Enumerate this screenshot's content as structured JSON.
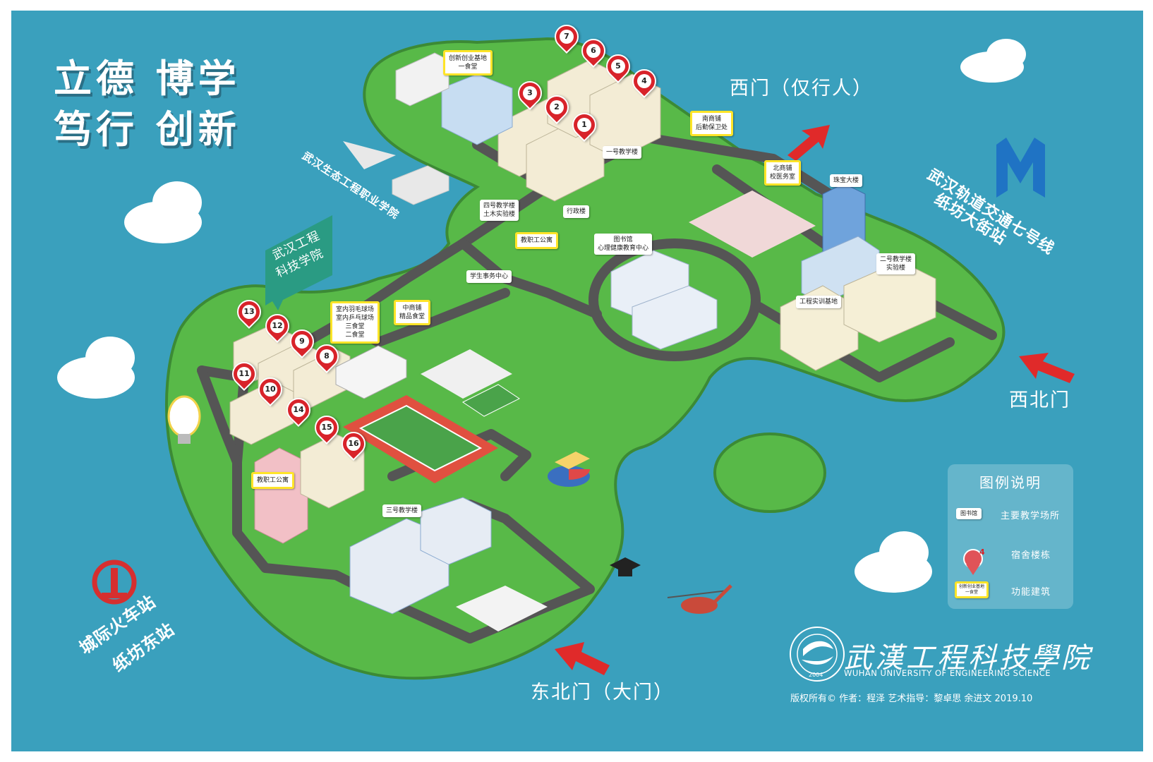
{
  "motto": {
    "line1": "立德  博学",
    "line2": "笃行  创新"
  },
  "gates": {
    "west": "西门（仅行人）",
    "northwest": "西北门",
    "northeast_main": "东北门（大门）"
  },
  "rotated_labels": {
    "neighbor_college": "武汉生态工程职业学院",
    "metro_line1": "武汉轨道交通七号线",
    "metro_line2": "纸坊大街站",
    "rail_line1": "城际火车站",
    "rail_line2": "纸坊东站",
    "campus_sign_line1": "武汉工程",
    "campus_sign_line2": "科技学院"
  },
  "buildings": {
    "innovation": "创新创业基地\n一食堂",
    "south_shop": "南商铺\n后勤保卫处",
    "teach1": "一号教学楼",
    "north_shop": "北商铺\n校医务室",
    "jewelry": "珠宝大楼",
    "teach4": "四号教学楼\n土木实验楼",
    "admin": "行政楼",
    "staff_apt_n": "教职工公寓",
    "library": "图书馆\n心理健康教育中心",
    "student_affairs": "学生事务中心",
    "teach2": "二号教学楼\n实验楼",
    "training": "工程实训基地",
    "indoor": "室内羽毛球场\n室内乒乓球场\n三食堂\n二食堂",
    "mid_shop": "中商铺\n精品食堂",
    "staff_apt_s": "教职工公寓",
    "teach3": "三号教学楼"
  },
  "dorm_pins": [
    "1",
    "2",
    "3",
    "4",
    "5",
    "6",
    "7",
    "8",
    "9",
    "10",
    "11",
    "12",
    "13",
    "14",
    "15",
    "16"
  ],
  "legend": {
    "title": "图例说明",
    "sample_main": "图书馆",
    "main_teaching": "主要教学场所",
    "sample_pin": "4",
    "dorm": "宿舍楼栋",
    "sample_func": "创新创业基地\n一食堂",
    "functional": "功能建筑"
  },
  "school": {
    "name_cn": "武漢工程科技學院",
    "name_en": "WUHAN UNIVERSITY OF ENGINEERING SCIENCE",
    "seal_year": "2004"
  },
  "credits": "版权所有©  作者：程泽    艺术指导：黎卓思  余进文  2019.10",
  "colors": {
    "sea": "#3aa0bd",
    "grass": "#58b948",
    "road": "#555555",
    "pin": "#d8232a",
    "arrow": "#e02a2a",
    "func_border": "#ffe428"
  }
}
